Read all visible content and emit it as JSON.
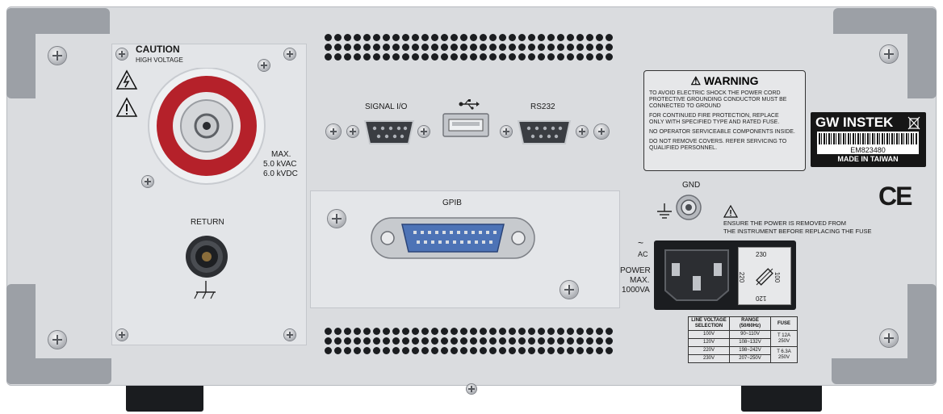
{
  "hv": {
    "caution": "CAUTION",
    "high_voltage": "HIGH VOLTAGE",
    "max": "MAX.",
    "kvac": "5.0 kVAC",
    "kvdc": "6.0 kVDC",
    "return": "RETURN"
  },
  "io": {
    "signal": "SIGNAL I/O",
    "rs232": "RS232",
    "gpib": "GPIB",
    "gnd": "GND"
  },
  "warning": {
    "title": "WARNING",
    "lines": [
      "TO AVOID ELECTRIC SHOCK THE POWER CORD",
      "PROTECTIVE GROUNDING CONDUCTOR MUST BE",
      "CONNECTED TO GROUND",
      "FOR CONTINUED FIRE PROTECTION, REPLACE",
      "ONLY WITH SPECIFIED TYPE AND RATED FUSE.",
      "NO OPERATOR SERVICEABLE COMPONENTS INSIDE.",
      "DO NOT REMOVE COVERS. REFER SERVICING TO",
      "QUALIFIED PERSONNEL."
    ]
  },
  "brand": {
    "name": "GW INSTEK",
    "serial": "EM823480",
    "made_in": "MADE IN TAIWAN"
  },
  "ce_mark": "CE",
  "power": {
    "fuse_notice_line1": "ENSURE THE POWER IS REMOVED FROM",
    "fuse_notice_line2": "THE INSTRUMENT BEFORE REPLACING THE FUSE",
    "ac": "AC",
    "power_label": "POWER",
    "max_label": "MAX.",
    "va": "1000VA",
    "selector_230": "230",
    "selector_220": "220",
    "selector_100": "100",
    "selector_120": "120"
  },
  "voltage_table": {
    "headers": [
      "LINE VOLTAGE SELECTION",
      "RANGE (50/60Hz)",
      "FUSE"
    ],
    "rows": [
      [
        "100V",
        "90~110V",
        "T 12A 250V"
      ],
      [
        "120V",
        "108~132V",
        ""
      ],
      [
        "220V",
        "198~242V",
        "T 6.3A 250V"
      ],
      [
        "230V",
        "207~250V",
        ""
      ]
    ]
  },
  "colors": {
    "panel": "#dadcdf",
    "hv_ring": "#b5212a",
    "connector_blue": "#4d73b6"
  }
}
